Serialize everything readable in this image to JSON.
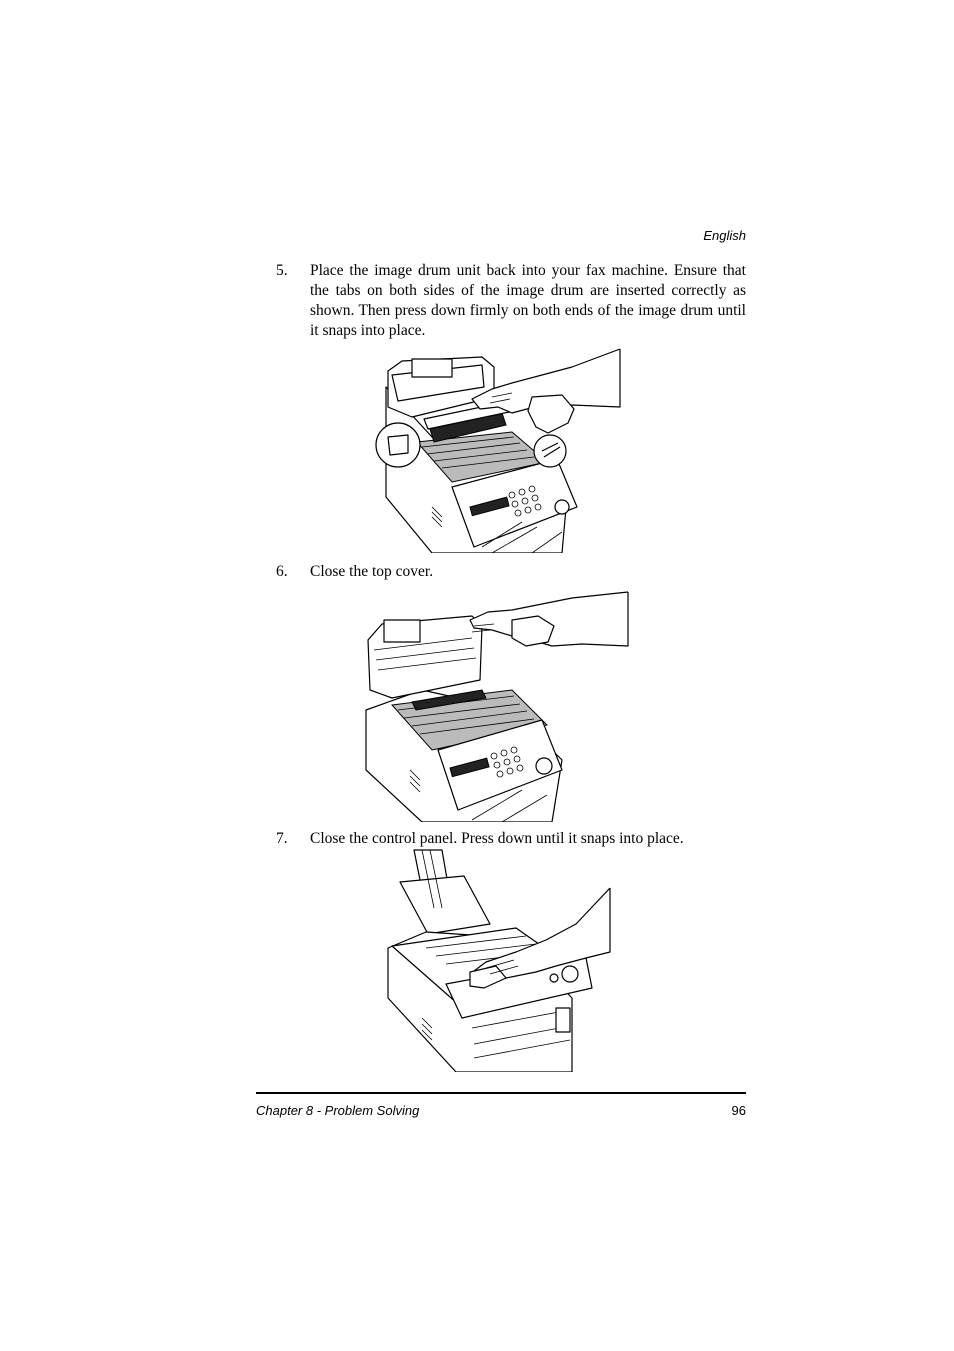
{
  "header": {
    "language": "English"
  },
  "steps": [
    {
      "number": "5.",
      "text": "Place the image drum unit back into your fax machine. Ensure that the tabs on both sides of the image drum are inserted correctly as shown. Then press down firmly on both ends of the image drum until it snaps into place."
    },
    {
      "number": "6.",
      "text": "Close the top cover."
    },
    {
      "number": "7.",
      "text": "Close the control panel. Press down until it snaps into place."
    }
  ],
  "footer": {
    "chapter": "Chapter 8 - Problem Solving",
    "page": "96"
  }
}
